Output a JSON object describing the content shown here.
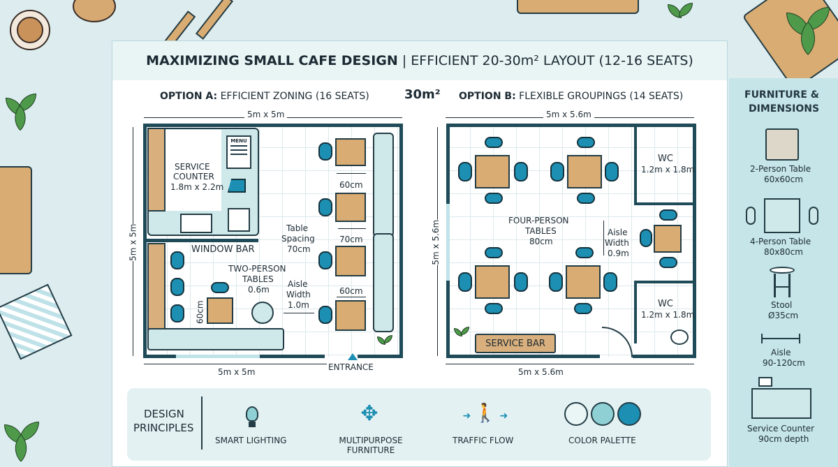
{
  "title": {
    "bold": "MAXIMIZING SMALL CAFE DESIGN",
    "rest": "| EFFICIENT 20-30m² LAYOUT (12-16 SEATS)"
  },
  "area_label": "30m²",
  "option_a": {
    "heading_bold": "OPTION A:",
    "heading_rest": "EFFICIENT ZONING (16 SEATS)",
    "dim_top": "5m x 5m",
    "dim_left": "5m x 5m",
    "dim_bottom": "5m x 5m",
    "menu": "MENU",
    "service_counter": [
      "SERVICE",
      "COUNTER",
      "1.8m x 2.2m"
    ],
    "window_bar": "WINDOW BAR",
    "two_person_tables": [
      "TWO-PERSON",
      "TABLES",
      "0.6m"
    ],
    "table_side": "60cm",
    "table_spacing": [
      "Table",
      "Spacing",
      "70cm"
    ],
    "aisle": [
      "Aisle",
      "Width",
      "1.0m"
    ],
    "dim_60a": "60cm",
    "dim_70": "70cm",
    "dim_60b": "60cm",
    "entrance": "ENTRANCE"
  },
  "option_b": {
    "heading_bold": "OPTION B:",
    "heading_rest": "FLEXIBLE GROUPINGS (14 SEATS)",
    "dim_top": "5m x 5.6m",
    "dim_left": "5m x 5.6m",
    "dim_bottom": "5m x 5.6m",
    "four_person_tables": [
      "FOUR-PERSON",
      "TABLES",
      "80cm"
    ],
    "aisle": [
      "Aisle",
      "Width",
      "0.9m"
    ],
    "wc1": [
      "WC",
      "1.2m x 1.8m"
    ],
    "wc2": [
      "WC",
      "1.2m x 1.8m"
    ],
    "service_bar": "SERVICE BAR"
  },
  "sidebar": {
    "title": [
      "FURNITURE &",
      "DIMENSIONS"
    ],
    "items": [
      {
        "name": "2-Person Table",
        "size": "60x60cm"
      },
      {
        "name": "4-Person Table",
        "size": "80x80cm"
      },
      {
        "name": "Stool",
        "size": "Ø35cm"
      },
      {
        "name": "Aisle",
        "size": "90-120cm"
      },
      {
        "name": "Service Counter",
        "size": "90cm depth"
      }
    ]
  },
  "principles": {
    "title": [
      "DESIGN",
      "PRINCIPLES"
    ],
    "items": [
      {
        "label": "SMART LIGHTING",
        "icon": "lightbulb-icon"
      },
      {
        "label": "MULTIPURPOSE FURNITURE",
        "icon": "expand-arrows-icon"
      },
      {
        "label": "TRAFFIC FLOW",
        "icon": "walking-person-icon"
      },
      {
        "label": "COLOR PALETTE",
        "icon": "color-swatches-icon"
      }
    ]
  },
  "colors": {
    "wall": "#1e4b57",
    "accent": "#1d8fb3",
    "wood": "#d9ac73",
    "aqua": "#cfe9ea",
    "swatch_light": "#eaf6f6",
    "swatch_mid": "#8fd0d4",
    "swatch_dark": "#1d8fb3"
  }
}
